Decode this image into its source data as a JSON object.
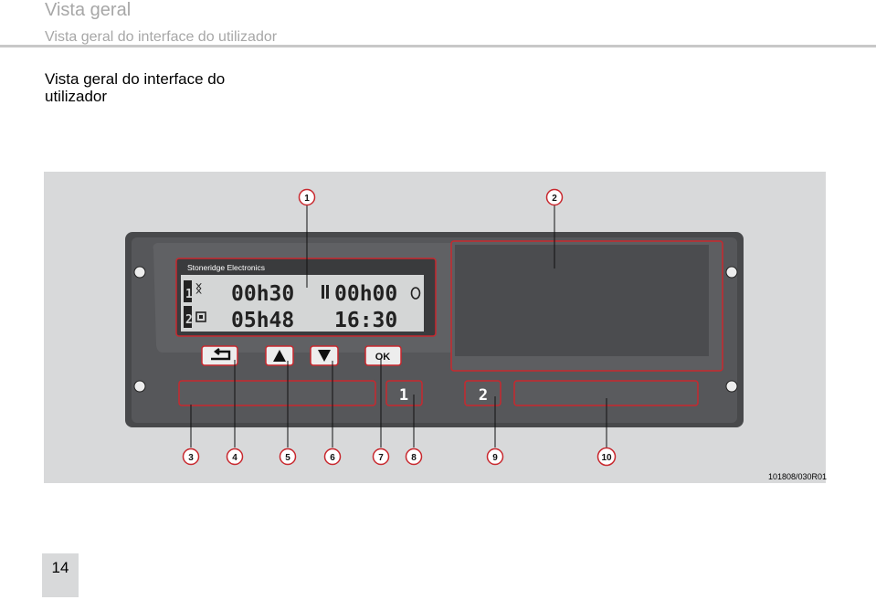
{
  "header": {
    "title": "Vista geral",
    "subtitle": "Vista geral do interface do utilizador"
  },
  "section": {
    "heading": "Vista geral do interface do utilizador"
  },
  "figure": {
    "brand": "Stoneridge Electronics",
    "display": {
      "line1_time_left": "00h30",
      "line1_time_right": "00h00",
      "line2_time_left": "05h48",
      "line2_time_right": "16:30",
      "slot1_marker": "1",
      "slot2_marker": "2"
    },
    "buttons": {
      "ok_label": "OK",
      "card1_label": "1",
      "card2_label": "2"
    },
    "callouts": [
      "1",
      "2",
      "3",
      "4",
      "5",
      "6",
      "7",
      "8",
      "9",
      "10"
    ],
    "reference": "101808/030R01",
    "colors": {
      "callout_red": "#c8282e",
      "device_body": "#4a4b4d",
      "lcd_bg": "#d4d6d6"
    }
  },
  "page": {
    "number": "14"
  }
}
